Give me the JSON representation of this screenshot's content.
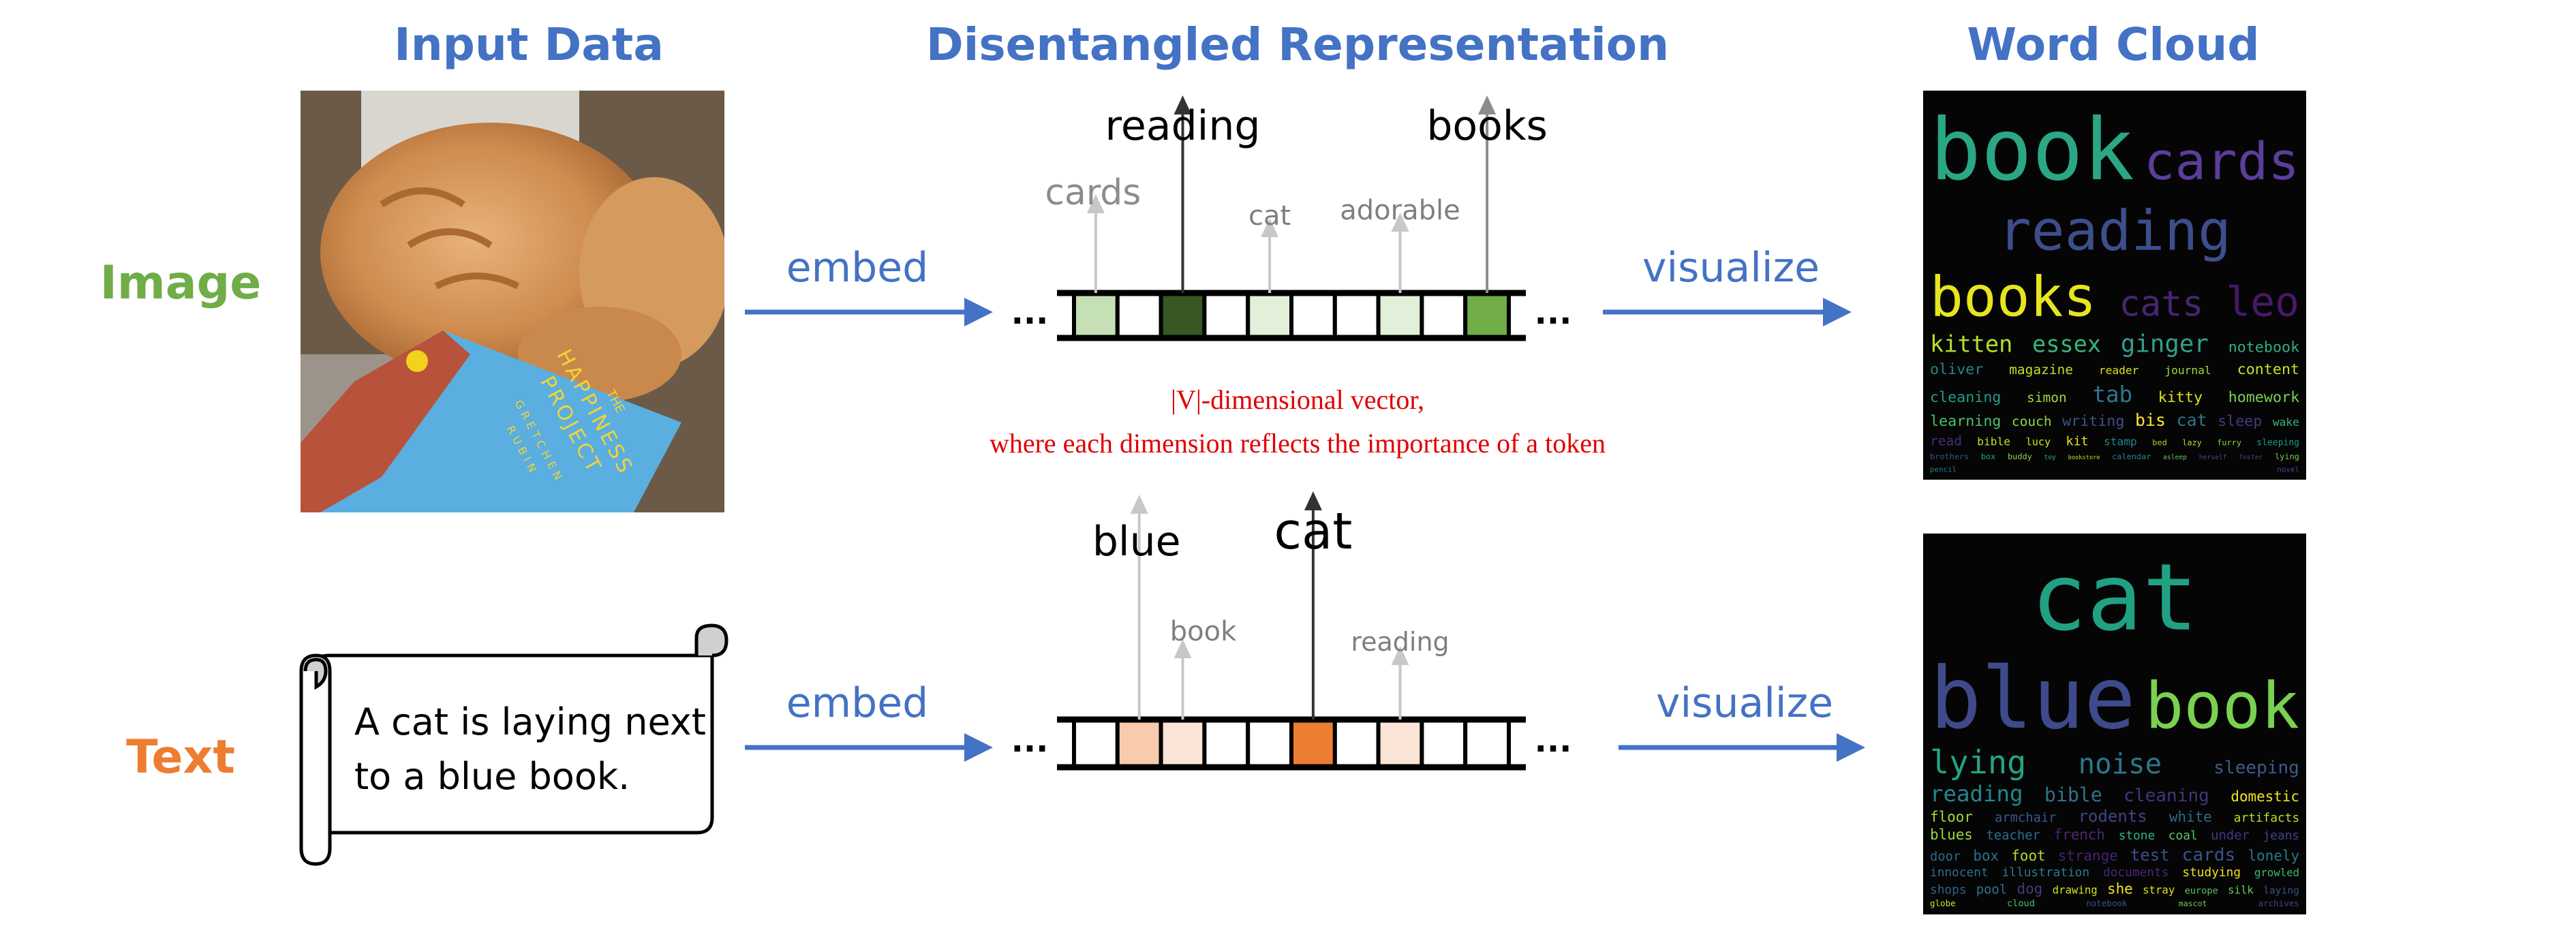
{
  "headers": {
    "input": "Input Data",
    "representation": "Disentangled Representation",
    "cloud": "Word Cloud"
  },
  "rows": [
    {
      "id": "image",
      "label": "Image",
      "label_color": "#70AD47",
      "embed_label": "embed",
      "visualize_label": "visualize",
      "photo_description": "orange tabby cat sleeping on a blue book",
      "book_title_lines": [
        "THE",
        "HAPPINESS",
        "PROJECT"
      ],
      "book_author_lines": [
        "GRETCHEN",
        "RUBIN"
      ],
      "vector": {
        "ellipsis": "...",
        "cells": [
          {
            "color": "#C5E0B4",
            "token": "cards",
            "importance": 0.35
          },
          {
            "color": "#FFFFFF",
            "token": null,
            "importance": 0
          },
          {
            "color": "#385723",
            "token": "reading",
            "importance": 1.0
          },
          {
            "color": "#FFFFFF",
            "token": null,
            "importance": 0
          },
          {
            "color": "#E2F0D9",
            "token": "cat",
            "importance": 0.2
          },
          {
            "color": "#FFFFFF",
            "token": null,
            "importance": 0
          },
          {
            "color": "#FFFFFF",
            "token": null,
            "importance": 0
          },
          {
            "color": "#E2F0D9",
            "token": "adorable",
            "importance": 0.2
          },
          {
            "color": "#FFFFFF",
            "token": null,
            "importance": 0
          },
          {
            "color": "#70AD47",
            "token": "books",
            "importance": 0.8
          }
        ]
      },
      "wordcloud": {
        "words": [
          {
            "t": "book",
            "c": "#2AA784",
            "s": 230
          },
          {
            "t": "cards",
            "c": "#5B3D9A",
            "s": 140
          },
          {
            "t": "reading",
            "c": "#3E4D8C",
            "s": 150
          },
          {
            "t": "books",
            "c": "#E6E51E",
            "s": 150
          },
          {
            "t": "cats",
            "c": "#482475",
            "s": 95
          },
          {
            "t": "leo",
            "c": "#48186A",
            "s": 110
          },
          {
            "t": "kitten",
            "c": "#B5DE2B",
            "s": 62
          },
          {
            "t": "essex",
            "c": "#35B779",
            "s": 62
          },
          {
            "t": "ginger",
            "c": "#31A08A",
            "s": 66
          },
          {
            "t": "notebook",
            "c": "#2DB27D",
            "s": 40
          },
          {
            "t": "oliver",
            "c": "#26828E",
            "s": 40
          },
          {
            "t": "magazine",
            "c": "#BDDF26",
            "s": 36
          },
          {
            "t": "reader",
            "c": "#D8E219",
            "s": 30
          },
          {
            "t": "journal",
            "c": "#9FDA3A",
            "s": 30
          },
          {
            "t": "content",
            "c": "#C8E020",
            "s": 40
          },
          {
            "t": "cleaning",
            "c": "#1F9E89",
            "s": 40
          },
          {
            "t": "simon",
            "c": "#A0DA39",
            "s": 36
          },
          {
            "t": "tab",
            "c": "#2A788E",
            "s": 60
          },
          {
            "t": "kitty",
            "c": "#DDE318",
            "s": 40
          },
          {
            "t": "homework",
            "c": "#7AD151",
            "s": 40
          },
          {
            "t": "learning",
            "c": "#4AC16D",
            "s": 40
          },
          {
            "t": "couch",
            "c": "#90D743",
            "s": 36
          },
          {
            "t": "writing",
            "c": "#3B528B",
            "s": 40
          },
          {
            "t": "bis",
            "c": "#FDE725",
            "s": 46
          },
          {
            "t": "cat",
            "c": "#2C728E",
            "s": 46
          },
          {
            "t": "sleep",
            "c": "#443983",
            "s": 40
          },
          {
            "t": "wake",
            "c": "#35B779",
            "s": 30
          },
          {
            "t": "read",
            "c": "#472D7B",
            "s": 36
          },
          {
            "t": "bible",
            "c": "#C2DF23",
            "s": 30
          },
          {
            "t": "lucy",
            "c": "#D0E11C",
            "s": 28
          },
          {
            "t": "kit",
            "c": "#E7E419",
            "s": 34
          },
          {
            "t": "stamp",
            "c": "#25858E",
            "s": 30
          },
          {
            "t": "bed",
            "c": "#A2DA37",
            "s": 22
          },
          {
            "t": "lazy",
            "c": "#B0DD2F",
            "s": 22
          },
          {
            "t": "furry",
            "c": "#86D549",
            "s": 22
          },
          {
            "t": "sleeping",
            "c": "#1E9C89",
            "s": 24
          },
          {
            "t": "brothers",
            "c": "#3A538B",
            "s": 22
          },
          {
            "t": "box",
            "c": "#22A884",
            "s": 22
          },
          {
            "t": "buddy",
            "c": "#8ED645",
            "s": 22
          },
          {
            "t": "toy",
            "c": "#2DB27D",
            "s": 18
          },
          {
            "t": "bookstore",
            "c": "#C0DF25",
            "s": 16
          },
          {
            "t": "calendar",
            "c": "#27808E",
            "s": 22
          },
          {
            "t": "asleep",
            "c": "#5DC863",
            "s": 18
          },
          {
            "t": "herself",
            "c": "#3D4E8A",
            "s": 18
          },
          {
            "t": "foster",
            "c": "#3F4788",
            "s": 18
          },
          {
            "t": "lying",
            "c": "#73D056",
            "s": 22
          },
          {
            "t": "pencil",
            "c": "#2A768E",
            "s": 20
          },
          {
            "t": "novel",
            "c": "#404688",
            "s": 20
          }
        ]
      }
    },
    {
      "id": "text",
      "label": "Text",
      "label_color": "#ED7D31",
      "embed_label": "embed",
      "visualize_label": "visualize",
      "caption_lines": [
        "A cat is laying next",
        "to a blue book."
      ],
      "vector": {
        "ellipsis": "...",
        "cells": [
          {
            "color": "#FFFFFF",
            "token": null,
            "importance": 0
          },
          {
            "color": "#F8CBAD",
            "token": "blue",
            "importance": 0.6
          },
          {
            "color": "#FBE5D6",
            "token": "book",
            "importance": 0.3
          },
          {
            "color": "#FFFFFF",
            "token": null,
            "importance": 0
          },
          {
            "color": "#FFFFFF",
            "token": null,
            "importance": 0
          },
          {
            "color": "#ED7D31",
            "token": "cat",
            "importance": 1.0
          },
          {
            "color": "#FFFFFF",
            "token": null,
            "importance": 0
          },
          {
            "color": "#FBE5D6",
            "token": "reading",
            "importance": 0.3
          },
          {
            "color": "#FFFFFF",
            "token": null,
            "importance": 0
          },
          {
            "color": "#FFFFFF",
            "token": null,
            "importance": 0
          }
        ]
      },
      "wordcloud": {
        "words": [
          {
            "t": "cat",
            "c": "#22A084",
            "s": 260
          },
          {
            "t": "blue",
            "c": "#3F4A8A",
            "s": 240
          },
          {
            "t": "book",
            "c": "#7AD151",
            "s": 180
          },
          {
            "t": "lying",
            "c": "#26A284",
            "s": 90
          },
          {
            "t": "noise",
            "c": "#2A778E",
            "s": 78
          },
          {
            "t": "sleeping",
            "c": "#3E5A8C",
            "s": 50
          },
          {
            "t": "reading",
            "c": "#24868E",
            "s": 62
          },
          {
            "t": "bible",
            "c": "#2B748E",
            "s": 54
          },
          {
            "t": "cleaning",
            "c": "#46337E",
            "s": 50
          },
          {
            "t": "domestic",
            "c": "#F0E520",
            "s": 40
          },
          {
            "t": "floor",
            "c": "#A9DB33",
            "s": 40
          },
          {
            "t": "armchair",
            "c": "#38598C",
            "s": 36
          },
          {
            "t": "rodents",
            "c": "#414487",
            "s": 46
          },
          {
            "t": "white",
            "c": "#31688E",
            "s": 40
          },
          {
            "t": "artifacts",
            "c": "#BDDF26",
            "s": 34
          },
          {
            "t": "blues",
            "c": "#9BD93C",
            "s": 40
          },
          {
            "t": "teacher",
            "c": "#2C718E",
            "s": 36
          },
          {
            "t": "french",
            "c": "#482878",
            "s": 40
          },
          {
            "t": "stone",
            "c": "#2FB47C",
            "s": 34
          },
          {
            "t": "coal",
            "c": "#5CC863",
            "s": 34
          },
          {
            "t": "under",
            "c": "#453781",
            "s": 36
          },
          {
            "t": "jeans",
            "c": "#414487",
            "s": 34
          },
          {
            "t": "door",
            "c": "#31688E",
            "s": 36
          },
          {
            "t": "box",
            "c": "#2C728E",
            "s": 40
          },
          {
            "t": "foot",
            "c": "#B2DD2D",
            "s": 40
          },
          {
            "t": "strange",
            "c": "#482173",
            "s": 40
          },
          {
            "t": "test",
            "c": "#3D4E8A",
            "s": 46
          },
          {
            "t": "cards",
            "c": "#3B518B",
            "s": 50
          },
          {
            "t": "lonely",
            "c": "#2A788E",
            "s": 40
          },
          {
            "t": "innocent",
            "c": "#2E6E8E",
            "s": 34
          },
          {
            "t": "illustration",
            "c": "#287C8E",
            "s": 34
          },
          {
            "t": "documents",
            "c": "#482878",
            "s": 34
          },
          {
            "t": "studying",
            "c": "#EBE51B",
            "s": 34
          },
          {
            "t": "growled",
            "c": "#3BBB75",
            "s": 30
          },
          {
            "t": "shops",
            "c": "#34618D",
            "s": 34
          },
          {
            "t": "pool",
            "c": "#2B758E",
            "s": 36
          },
          {
            "t": "dog",
            "c": "#443A83",
            "s": 40
          },
          {
            "t": "drawing",
            "c": "#D5E21A",
            "s": 30
          },
          {
            "t": "she",
            "c": "#F1E51D",
            "s": 40
          },
          {
            "t": "stray",
            "c": "#DCE319",
            "s": 30
          },
          {
            "t": "europe",
            "c": "#5EC962",
            "s": 26
          },
          {
            "t": "silk",
            "c": "#6CCD5A",
            "s": 30
          },
          {
            "t": "laying",
            "c": "#3B528B",
            "s": 28
          },
          {
            "t": "globe",
            "c": "#D2E21B",
            "s": 24
          },
          {
            "t": "cloud",
            "c": "#4AC16D",
            "s": 26
          },
          {
            "t": "notebook",
            "c": "#3B528B",
            "s": 24
          },
          {
            "t": "mascot",
            "c": "#6DCD59",
            "s": 22
          },
          {
            "t": "archives",
            "c": "#404688",
            "s": 24
          }
        ]
      }
    }
  ],
  "annotation": {
    "line1": "|V|-dimensional vector,",
    "line2": "where each dimension reflects the importance of a token"
  },
  "colors": {
    "header_blue": "#4472C4",
    "image_green": "#70AD47",
    "text_orange": "#ED7D31",
    "annotation_red": "#E00000",
    "arrow_dark": "#333333",
    "arrow_mid": "#8C8C8C",
    "arrow_light": "#C8C8C8"
  }
}
